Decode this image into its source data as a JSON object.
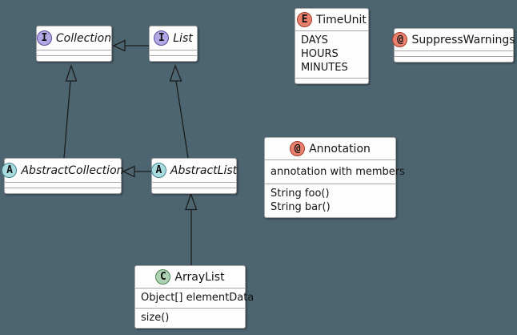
{
  "diagram_type": "uml-class-diagram",
  "colors": {
    "background": "#4d6570",
    "box_fill": "#fdfdfd",
    "box_border": "#a7a7a7",
    "line": "#1c1c1c",
    "spot_interface": "#b4a7e5",
    "spot_interface_border": "#5c4e99",
    "spot_abstract": "#a9dcdf",
    "spot_abstract_border": "#44838e",
    "spot_enum": "#e8806d",
    "spot_enum_border": "#a43d2c",
    "spot_annotation": "#e8806d",
    "spot_annotation_border": "#a43d2c",
    "spot_class": "#add1b2",
    "spot_class_border": "#4b8455"
  },
  "boxes": {
    "collection": {
      "stereotype": "interface",
      "spot_letter": "I",
      "name": "Collection"
    },
    "list": {
      "stereotype": "interface",
      "spot_letter": "I",
      "name": "List"
    },
    "timeunit": {
      "stereotype": "enum",
      "spot_letter": "E",
      "name": "TimeUnit",
      "values": [
        "DAYS",
        "HOURS",
        "MINUTES"
      ]
    },
    "suppresswarnings": {
      "stereotype": "annotation",
      "spot_letter": "@",
      "name": "SuppressWarnings"
    },
    "annotation": {
      "stereotype": "annotation",
      "spot_letter": "@",
      "name": "Annotation",
      "doc": "annotation with members",
      "methods": [
        "String foo()",
        "String bar()"
      ]
    },
    "abstractcollection": {
      "stereotype": "abstract",
      "spot_letter": "A",
      "name": "AbstractCollection"
    },
    "abstractlist": {
      "stereotype": "abstract",
      "spot_letter": "A",
      "name": "AbstractList"
    },
    "arraylist": {
      "stereotype": "class",
      "spot_letter": "C",
      "name": "ArrayList",
      "fields": [
        "Object[] elementData"
      ],
      "methods": [
        "size()"
      ]
    }
  },
  "relationships": [
    {
      "from": "List",
      "to": "Collection",
      "type": "generalization"
    },
    {
      "from": "AbstractCollection",
      "to": "Collection",
      "type": "generalization"
    },
    {
      "from": "AbstractList",
      "to": "List",
      "type": "generalization"
    },
    {
      "from": "AbstractList",
      "to": "AbstractCollection",
      "type": "generalization"
    },
    {
      "from": "ArrayList",
      "to": "AbstractList",
      "type": "generalization"
    }
  ]
}
